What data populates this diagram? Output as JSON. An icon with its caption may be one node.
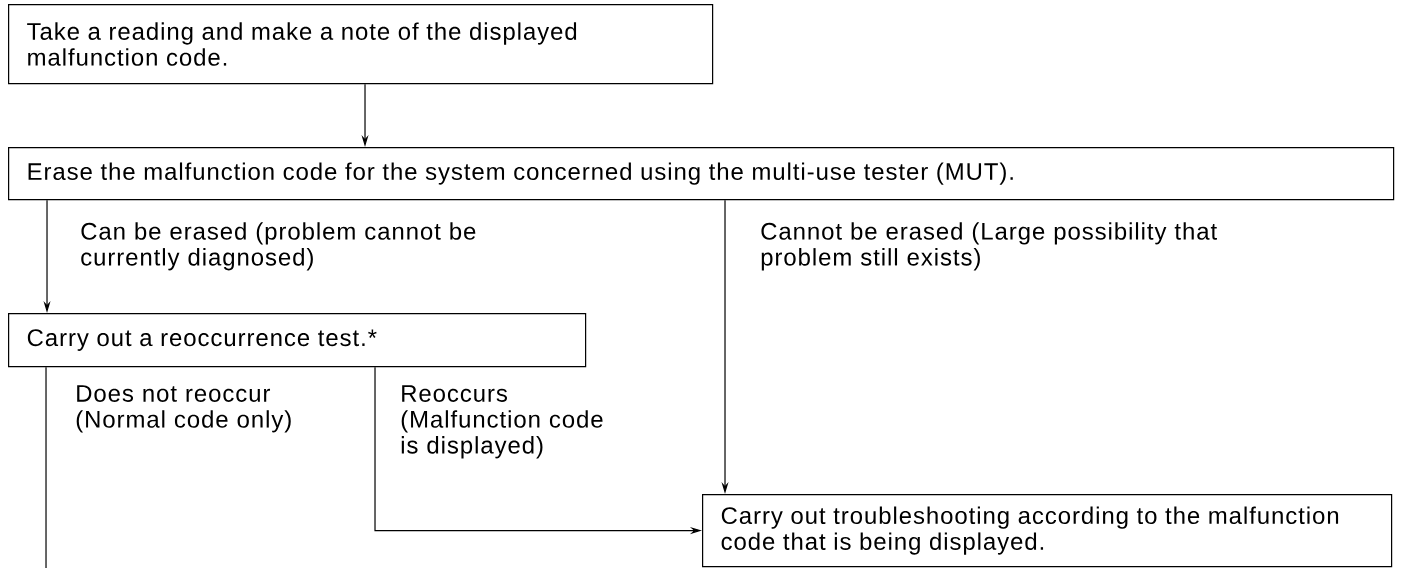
{
  "diagram": {
    "nodes": [
      {
        "text": [
          "Take a reading and make a note of the displayed malfunction code."
        ]
      },
      {
        "text": [
          "Erase the malfunction code for the system concerned using the multi-use tester (MUT)."
        ]
      },
      {
        "text": [
          "Carry out a reoccurrence test.*"
        ]
      },
      {
        "text": [
          "Carry out troubleshooting according to the malfunction code that is being displayed."
        ]
      }
    ],
    "edges": [
      {
        "from": 0,
        "to": 1,
        "arrow": "to"
      },
      {
        "from": 1,
        "to": 2,
        "arrow": "to",
        "label": "Can be erased (problem cannot be currently diagnosed)"
      },
      {
        "from": 1,
        "to": 3,
        "arrow": "to",
        "label": "Cannot be erased (Large possibility that problem still exists)"
      },
      {
        "from": 2,
        "to": null,
        "arrow": "none",
        "label": "Does not reoccur (Normal code only)"
      },
      {
        "from": 2,
        "to": 3,
        "arrow": "to",
        "label": "Reoccurs (Malfunction code is displayed)"
      }
    ]
  }
}
